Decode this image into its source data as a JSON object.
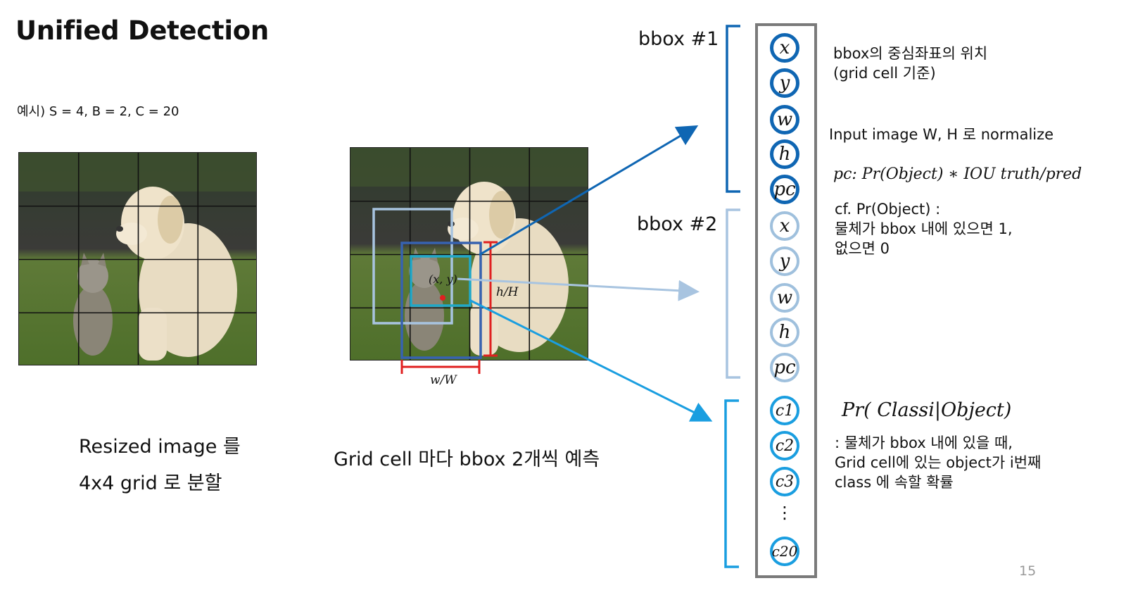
{
  "title": "Unified Detection",
  "example": "예시) S = 4, B = 2, C = 20",
  "caption_left_line1": "Resized image 를",
  "caption_left_line2": "4x4 grid 로 분할",
  "caption_middle": "Grid cell 마다 bbox 2개씩 예측",
  "grid_overlay": {
    "center_label": "(x, y)",
    "width_label": "w/W",
    "height_label": "h/H"
  },
  "bbox1_label": "bbox #1",
  "bbox2_label": "bbox #2",
  "vector_cells": {
    "bbox1": [
      "x",
      "y",
      "w",
      "h",
      "pc"
    ],
    "bbox2": [
      "x",
      "y",
      "w",
      "h",
      "pc"
    ],
    "classes": [
      "c1",
      "c2",
      "c3",
      "⋮",
      "c20"
    ]
  },
  "annotations": {
    "center_line1": "bbox의 중심좌표의 위치",
    "center_line2": "(grid cell 기준)",
    "wh_normalize": "Input image W, H 로 normalize",
    "pc_formula": "pc: Pr(Object) ∗ IOU truth/pred",
    "cf_line1": "cf. Pr(Object) :",
    "cf_line2": "물체가 bbox 내에 있으면 1,",
    "cf_line3": "없으면 0",
    "class_formula": "Pr( Classi|Object)",
    "class_line1": ": 물체가 bbox 내에 있을 때,",
    "class_line2": "Grid  cell에  있는  object가  i번째",
    "class_line3": "class 에 속할 확률"
  },
  "page_number": "15",
  "colors": {
    "dark_blue": "#0f66b3",
    "light_blue": "#9fc0dd",
    "cyan": "#1a9ee0",
    "red": "#e02020",
    "vector_border": "#7a7a7a"
  }
}
